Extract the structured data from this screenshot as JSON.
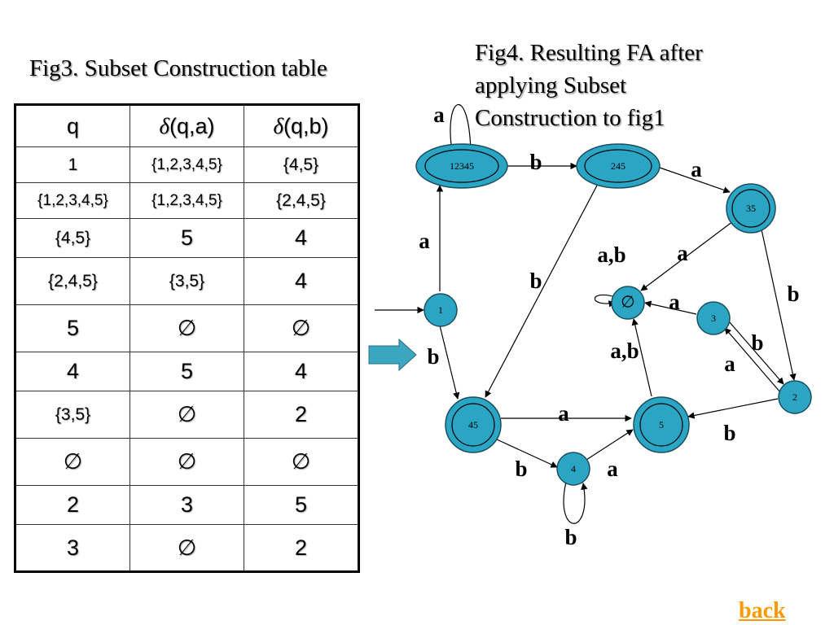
{
  "fig3_title": "Fig3. Subset Construction table",
  "fig4_title_lines": [
    "Fig4. Resulting FA after",
    "applying Subset",
    "Construction to fig1"
  ],
  "table": {
    "headers": [
      "q",
      "δ(q,a)",
      "δ(q,b)"
    ],
    "rows": [
      [
        "1",
        "{1,2,3,4,5}",
        "{4,5}"
      ],
      [
        "{1,2,3,4,5}",
        "{1,2,3,4,5}",
        "{2,4,5}"
      ],
      [
        "{4,5}",
        "5",
        "4"
      ],
      [
        "{2,4,5}",
        "{3,5}",
        "4"
      ],
      [
        "5",
        "∅",
        "∅"
      ],
      [
        "4",
        "5",
        "4"
      ],
      [
        "{3,5}",
        "∅",
        "2"
      ],
      [
        "∅",
        "∅",
        "∅"
      ],
      [
        "2",
        "3",
        "5"
      ],
      [
        "3",
        "∅",
        "2"
      ]
    ]
  },
  "fa": {
    "states": [
      {
        "id": "s12345",
        "label": "12345",
        "accepting": true
      },
      {
        "id": "s245",
        "label": "245",
        "accepting": true
      },
      {
        "id": "s35",
        "label": "35",
        "accepting": true
      },
      {
        "id": "s1",
        "label": "1",
        "accepting": false
      },
      {
        "id": "sempty",
        "label": "∅",
        "accepting": false
      },
      {
        "id": "s3",
        "label": "3",
        "accepting": false
      },
      {
        "id": "s2",
        "label": "2",
        "accepting": false
      },
      {
        "id": "s45",
        "label": "45",
        "accepting": true
      },
      {
        "id": "s5",
        "label": "5",
        "accepting": true
      },
      {
        "id": "s4",
        "label": "4",
        "accepting": false
      }
    ],
    "start_state": "1",
    "edge_labels": [
      "a",
      "b",
      "a",
      "a",
      "b",
      "a,b",
      "a",
      "b",
      "a",
      "b",
      "a",
      "b",
      "a,b",
      "a",
      "b",
      "b",
      "a",
      "b"
    ]
  },
  "colors": {
    "state_fill": "#2aa5c4",
    "arrow_fill": "#3aa6c0",
    "back_link": "#ff9900"
  },
  "back_label": "back"
}
